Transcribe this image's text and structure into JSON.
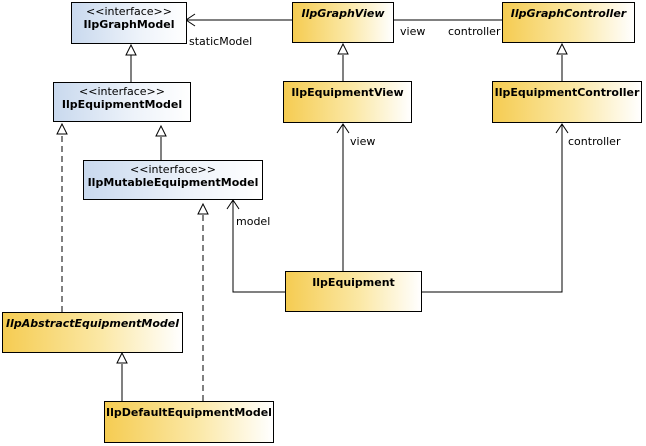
{
  "stereotype": "<<interface>>",
  "nodes": {
    "graph_model": "IlpGraphModel",
    "equipment_model": "IlpEquipmentModel",
    "mutable_equipment_model": "IlpMutableEquipmentModel",
    "graph_view": "IlpGraphView",
    "graph_controller": "IlpGraphController",
    "equipment_view": "IlpEquipmentView",
    "equipment_controller": "IlpEquipmentController",
    "equipment": "IlpEquipment",
    "abstract_equipment_model": "IlpAbstractEquipmentModel",
    "default_equipment_model": "IlpDefaultEquipmentModel"
  },
  "labels": {
    "static_model": "staticModel",
    "view_top": "view",
    "controller_top": "controller",
    "view_mid": "view",
    "controller_mid": "controller",
    "model": "model"
  },
  "colors": {
    "interface_fill": "#c9d9ee",
    "class_fill": "#f5cc52",
    "line": "#000000"
  }
}
